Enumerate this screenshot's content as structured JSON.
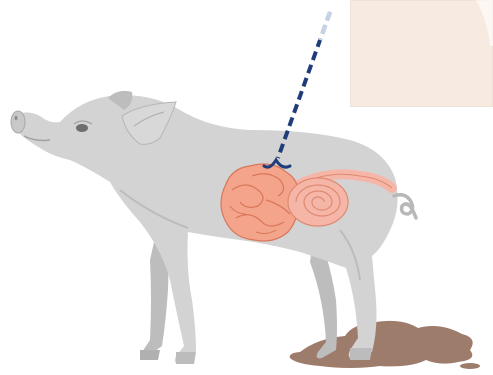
{
  "figure": {
    "subject": "pig",
    "components": [
      "pig-body",
      "intestines",
      "dashed-callout-line",
      "manure-puddle",
      "inset-panel"
    ]
  },
  "colors": {
    "pig_body": "#d3d3d3",
    "pig_shadow": "#b9b9b9",
    "pig_outline": "#a8a8a8",
    "intestine_fill": "#f3a48a",
    "intestine_stroke": "#d9765a",
    "colon_fill": "#f5b6a8",
    "callout_line": "#1f3d7a",
    "manure": "#8d6552",
    "inset_background": "#f7ebe1"
  }
}
